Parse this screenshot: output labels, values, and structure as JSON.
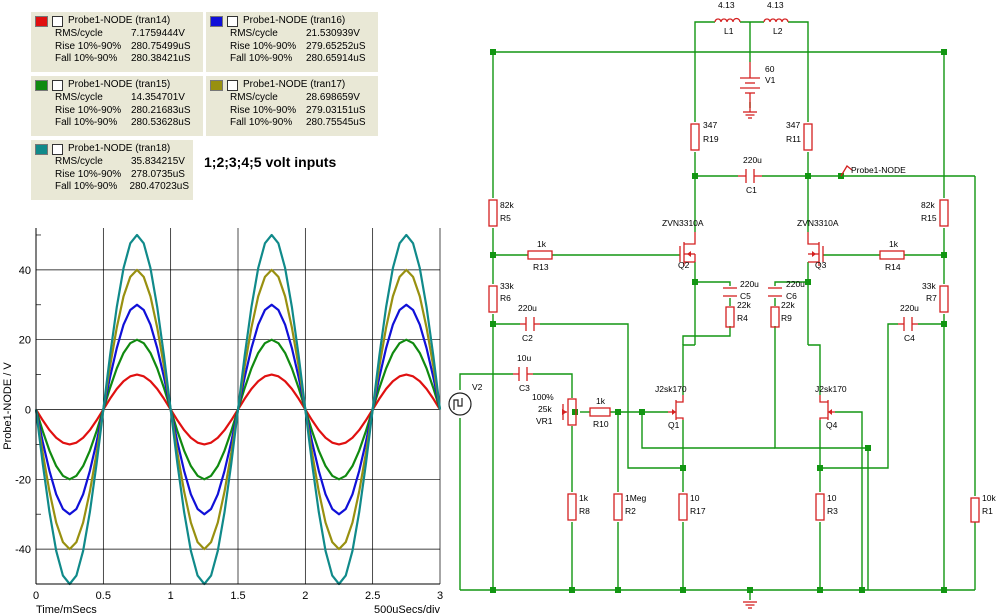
{
  "legend": [
    {
      "name": "Probe1-NODE (tran14)",
      "color": "#e01010",
      "rms": "7.1759444V",
      "rise": "280.75499uS",
      "fall": "280.38421uS"
    },
    {
      "name": "Probe1-NODE (tran16)",
      "color": "#1010d8",
      "rms": "21.530939V",
      "rise": "279.65252uS",
      "fall": "280.65914uS"
    },
    {
      "name": "Probe1-NODE (tran15)",
      "color": "#108a10",
      "rms": "14.354701V",
      "rise": "280.21683uS",
      "fall": "280.53628uS"
    },
    {
      "name": "Probe1-NODE (tran17)",
      "color": "#989010",
      "rms": "28.698659V",
      "rise": "279.03151uS",
      "fall": "280.75545uS"
    },
    {
      "name": "Probe1-NODE (tran18)",
      "color": "#108a8a",
      "rms": "35.834215V",
      "rise": "278.0735uS",
      "fall": "280.47023uS"
    }
  ],
  "legend_labels": {
    "rms": "RMS/cycle",
    "rise": "Rise 10%-90%",
    "fall": "Fall 10%-90%"
  },
  "note": "1;2;3;4;5 volt inputs",
  "chart_data": {
    "type": "line",
    "ylabel": "Probe1-NODE / V",
    "xlabel_left": "Time/mSecs",
    "xlabel_right": "500uSecs/div",
    "xlim": [
      0,
      3
    ],
    "ylim": [
      -50,
      52
    ],
    "xticks": [
      0,
      0.5,
      1,
      1.5,
      2,
      2.5,
      3
    ],
    "xtick_labels": [
      "0",
      "0.5",
      "1",
      "1.5",
      "2",
      "2.5",
      "3"
    ],
    "yticks": [
      -40,
      -20,
      0,
      20,
      40
    ],
    "ytick_labels": [
      "-40",
      "-20",
      "0",
      "20",
      "40"
    ],
    "grid": true,
    "x": [
      0,
      0.05,
      0.1,
      0.15,
      0.2,
      0.25,
      0.3,
      0.35,
      0.4,
      0.45,
      0.5,
      0.55,
      0.6,
      0.65,
      0.7,
      0.75,
      0.8,
      0.85,
      0.9,
      0.95,
      1,
      1.05,
      1.1,
      1.15,
      1.2,
      1.25,
      1.3,
      1.35,
      1.4,
      1.45,
      1.5,
      1.55,
      1.6,
      1.65,
      1.7,
      1.75,
      1.8,
      1.85,
      1.9,
      1.95,
      2,
      2.05,
      2.1,
      2.15,
      2.2,
      2.25,
      2.3,
      2.35,
      2.4,
      2.45,
      2.5,
      2.55,
      2.6,
      2.65,
      2.7,
      2.75,
      2.8,
      2.85,
      2.9,
      2.95,
      3
    ],
    "series": [
      {
        "name": "Probe1-NODE (tran14)",
        "color": "#e01010",
        "values": [
          0,
          -3.1,
          -5.9,
          -8.1,
          -9.5,
          -10,
          -9.5,
          -8.1,
          -5.9,
          -3.1,
          0,
          3.1,
          5.9,
          8.1,
          9.5,
          10,
          9.5,
          8.1,
          5.9,
          3.1,
          0,
          -3.1,
          -5.9,
          -8.1,
          -9.5,
          -10,
          -9.5,
          -8.1,
          -5.9,
          -3.1,
          0,
          3.1,
          5.9,
          8.1,
          9.5,
          10,
          9.5,
          8.1,
          5.9,
          3.1,
          0,
          -3.1,
          -5.9,
          -8.1,
          -9.5,
          -10,
          -9.5,
          -8.1,
          -5.9,
          -3.1,
          0,
          3.1,
          5.9,
          8.1,
          9.5,
          10,
          9.5,
          8.1,
          5.9,
          3.1,
          0
        ]
      },
      {
        "name": "Probe1-NODE (tran15)",
        "color": "#108a10",
        "values": [
          0,
          -6.2,
          -11.8,
          -16.2,
          -19,
          -20,
          -19,
          -16.2,
          -11.8,
          -6.2,
          0,
          6.2,
          11.8,
          16.2,
          19,
          20,
          19,
          16.2,
          11.8,
          6.2,
          0,
          -6.2,
          -11.8,
          -16.2,
          -19,
          -20,
          -19,
          -16.2,
          -11.8,
          -6.2,
          0,
          6.2,
          11.8,
          16.2,
          19,
          20,
          19,
          16.2,
          11.8,
          6.2,
          0,
          -6.2,
          -11.8,
          -16.2,
          -19,
          -20,
          -19,
          -16.2,
          -11.8,
          -6.2,
          0,
          6.2,
          11.8,
          16.2,
          19,
          20,
          19,
          16.2,
          11.8,
          6.2,
          0
        ]
      },
      {
        "name": "Probe1-NODE (tran16)",
        "color": "#1010d8",
        "values": [
          0,
          -9.3,
          -17.6,
          -24.3,
          -28.5,
          -30,
          -28.5,
          -24.3,
          -17.6,
          -9.3,
          0,
          9.3,
          17.6,
          24.3,
          28.5,
          30,
          28.5,
          24.3,
          17.6,
          9.3,
          0,
          -9.3,
          -17.6,
          -24.3,
          -28.5,
          -30,
          -28.5,
          -24.3,
          -17.6,
          -9.3,
          0,
          9.3,
          17.6,
          24.3,
          28.5,
          30,
          28.5,
          24.3,
          17.6,
          9.3,
          0,
          -9.3,
          -17.6,
          -24.3,
          -28.5,
          -30,
          -28.5,
          -24.3,
          -17.6,
          -9.3,
          0,
          9.3,
          17.6,
          24.3,
          28.5,
          30,
          28.5,
          24.3,
          17.6,
          9.3,
          0
        ]
      },
      {
        "name": "Probe1-NODE (tran17)",
        "color": "#989010",
        "values": [
          0,
          -12.4,
          -23.5,
          -32.4,
          -38,
          -40,
          -38,
          -32.4,
          -23.5,
          -12.4,
          0,
          12.4,
          23.5,
          32.4,
          38,
          40,
          38,
          32.4,
          23.5,
          12.4,
          0,
          -12.4,
          -23.5,
          -32.4,
          -38,
          -40,
          -38,
          -32.4,
          -23.5,
          -12.4,
          0,
          12.4,
          23.5,
          32.4,
          38,
          40,
          38,
          32.4,
          23.5,
          12.4,
          0,
          -12.4,
          -23.5,
          -32.4,
          -38,
          -40,
          -38,
          -32.4,
          -23.5,
          -12.4,
          0,
          12.4,
          23.5,
          32.4,
          38,
          40,
          38,
          32.4,
          23.5,
          12.4,
          0
        ]
      },
      {
        "name": "Probe1-NODE (tran18)",
        "color": "#108a8a",
        "values": [
          0,
          -15.5,
          -29.4,
          -40.5,
          -47.6,
          -50,
          -47.6,
          -40.5,
          -29.4,
          -15.5,
          0,
          15.5,
          29.4,
          40.5,
          47.6,
          50,
          47.6,
          40.5,
          29.4,
          15.5,
          0,
          -15.5,
          -29.4,
          -40.5,
          -47.6,
          -50,
          -47.6,
          -40.5,
          -29.4,
          -15.5,
          0,
          15.5,
          29.4,
          40.5,
          47.6,
          50,
          47.6,
          40.5,
          29.4,
          15.5,
          0,
          -15.5,
          -29.4,
          -40.5,
          -47.6,
          -50,
          -47.6,
          -40.5,
          -29.4,
          -15.5,
          0,
          15.5,
          29.4,
          40.5,
          47.6,
          50,
          47.6,
          40.5,
          29.4,
          15.5,
          0
        ]
      }
    ]
  },
  "schematic": {
    "probe_label": "Probe1-NODE",
    "labels": {
      "L1_val": "4.13",
      "L1": "L1",
      "L2_val": "4.13",
      "L2": "L2",
      "V1_val": "60",
      "V1": "V1",
      "R19_val": "347",
      "R19": "R19",
      "R11_val": "347",
      "R11": "R11",
      "C1_val": "220u",
      "C1": "C1",
      "R5_val": "82k",
      "R5": "R5",
      "R15_val": "82k",
      "R15": "R15",
      "Q2_type": "ZVN3310A",
      "Q3_type": "ZVN3310A",
      "R13_val": "1k",
      "R13": "R13",
      "Q2": "Q2",
      "Q3": "Q3",
      "R14_val": "1k",
      "R14": "R14",
      "R6_val": "33k",
      "R6": "R6",
      "R7_val": "33k",
      "R7": "R7",
      "C5_val": "220u",
      "C5": "C5",
      "C6_val": "220u",
      "C6": "C6",
      "R4_val": "22k",
      "R4": "R4",
      "R9_val": "22k",
      "R9": "R9",
      "C2_val": "220u",
      "C2": "C2",
      "C4_val": "220u",
      "C4": "C4",
      "C3_val": "10u",
      "C3": "C3",
      "V2": "V2",
      "VR1_pct": "100%",
      "VR1_val": "25k",
      "VR1": "VR1",
      "R10_val": "1k",
      "R10": "R10",
      "Q1_type": "J2sk170",
      "Q1": "Q1",
      "Q4_type": "J2sk170",
      "Q4": "Q4",
      "R8_val": "1k",
      "R8": "R8",
      "R2_val": "1Meg",
      "R2": "R2",
      "R17_val": "10",
      "R17": "R17",
      "R3_val": "10",
      "R3": "R3",
      "R1_val": "10k",
      "R1": "R1"
    }
  }
}
